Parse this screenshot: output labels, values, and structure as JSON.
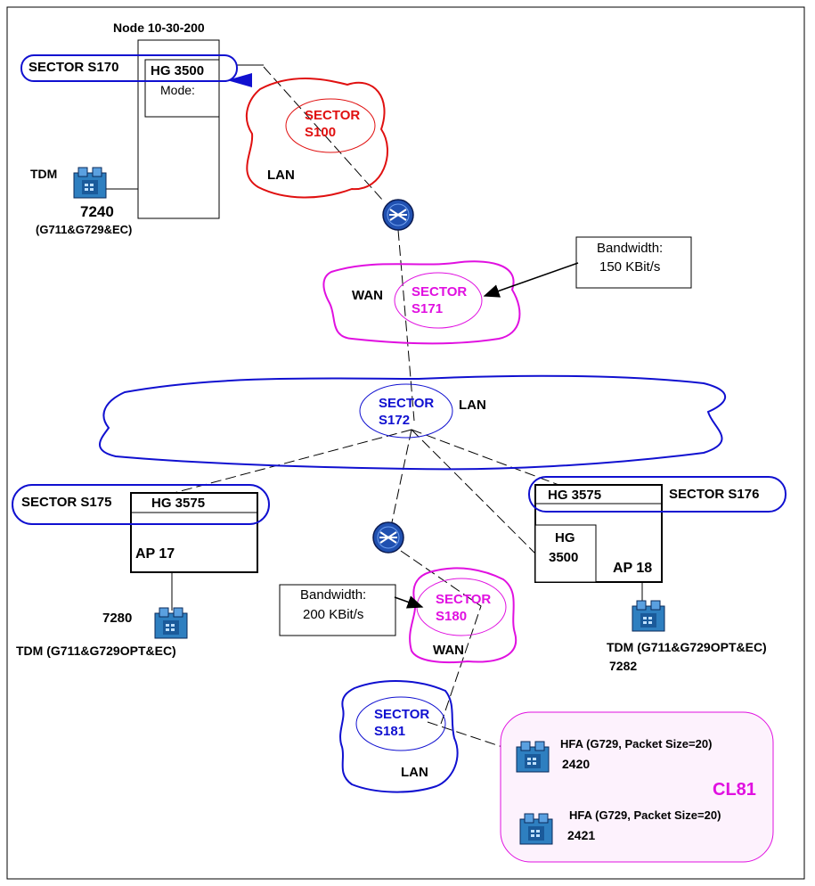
{
  "node_title": "Node 10-30-200",
  "colors": {
    "red": "#e01010",
    "blue": "#1010d0",
    "magenta": "#e010e0",
    "phone_fill": "#2e7fc0",
    "router_fill": "#2050b0"
  },
  "top": {
    "sector_s170": "SECTOR S170",
    "hg3500": "HG 3500",
    "mode": "Mode:",
    "lan": "LAN",
    "s100_l1": "SECTOR",
    "s100_l2": "S100",
    "tdm": "TDM",
    "ext": "7240",
    "codec": "(G711&G729&EC)"
  },
  "wan1": {
    "label": "WAN",
    "s171_l1": "SECTOR",
    "s171_l2": "S171",
    "bw_l1": "Bandwidth:",
    "bw_l2": "150 KBit/s"
  },
  "lan_mid": {
    "label": "LAN",
    "s172_l1": "SECTOR",
    "s172_l2": "S172"
  },
  "left": {
    "sector": "SECTOR S175",
    "hg": "HG 3575",
    "ap": "AP 17",
    "ext": "7280",
    "tdm": "TDM (G711&G729OPT&EC)"
  },
  "right": {
    "hg": "HG 3575",
    "sector": "SECTOR S176",
    "hg_inner_l1": "HG",
    "hg_inner_l2": "3500",
    "ap": "AP 18",
    "tdm": "TDM (G711&G729OPT&EC)",
    "ext": "7282"
  },
  "wan2": {
    "label": "WAN",
    "s180_l1": "SECTOR",
    "s180_l2": "S180",
    "bw_l1": "Bandwidth:",
    "bw_l2": "200 KBit/s"
  },
  "lan_bottom": {
    "label": "LAN",
    "s181_l1": "SECTOR",
    "s181_l2": "S181"
  },
  "cl81": {
    "label": "CL81",
    "hfa1": "HFA (G729, Packet Size=20)",
    "ext1": "2420",
    "hfa2": "HFA  (G729, Packet Size=20)",
    "ext2": "2421"
  }
}
